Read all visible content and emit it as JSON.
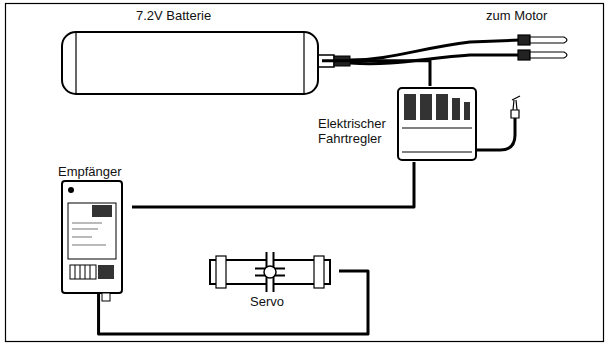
{
  "diagram": {
    "nodes": [
      {
        "text": [
          "7.2V Batterie"
        ]
      },
      {
        "text": [
          "Elektrischer Fahrtregler"
        ]
      },
      {
        "text": [
          "Empfänger"
        ]
      },
      {
        "text": [
          "Servo"
        ]
      }
    ],
    "edges": [
      {
        "from": 0,
        "to": 1,
        "arrow": "none"
      },
      {
        "from": 1,
        "to": 2,
        "arrow": "none"
      },
      {
        "from": 2,
        "to": 3,
        "arrow": "none"
      }
    ],
    "labels": [
      "zum Motor"
    ]
  }
}
